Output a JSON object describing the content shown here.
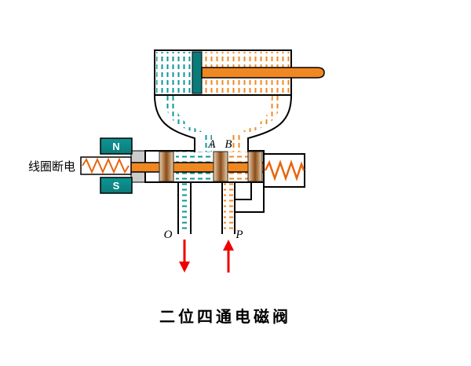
{
  "diagram": {
    "title": "二位四通电磁阀",
    "solenoid": {
      "state_label": "线圈断电",
      "pole_top": "N",
      "pole_bottom": "S"
    },
    "ports": {
      "a": "A",
      "b": "B",
      "o": "O",
      "p": "P"
    },
    "flow_arrows": [
      {
        "port": "O",
        "direction": "down"
      },
      {
        "port": "P",
        "direction": "up"
      }
    ],
    "colors": {
      "teal": "#0E9694",
      "tealDark": "#0A7B7A",
      "orange": "#F08822",
      "orangeDeep": "#E8640C",
      "red": "#EE0000",
      "landLight": "#EDD3B0",
      "landDark": "#8A4A18",
      "gray": "#CCCCCC"
    }
  }
}
